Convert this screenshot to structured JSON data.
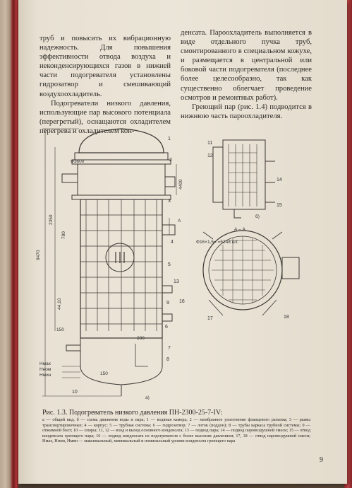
{
  "left_column": {
    "p1": "труб и повысить их вибрационную надежность. Для повышения эффективности отвода воздуха и неконденсирующихся газов в нижней части подогревателя установлены гидрозатвор и смешивающий воздухоохладитель.",
    "p2": "Подогреватели низкого давления, использующие пар высокого потенциала (перегретый), оснащаются охладителем перегрева и охладителем кон-"
  },
  "right_column": {
    "p1": "денсата. Пароохладитель выполняется в виде отдельного пучка труб, смонтированного в специальном кожухе, и размещается в центральной или боковой части подогревателя (последнее более целесообразно, так как существенно облегчает проведение осмотров и ремонтных работ).",
    "p2": "Греющий пар (рис. 1.4) подводится в нижнюю часть пароохладителя."
  },
  "figure": {
    "dims": {
      "d1": "9470",
      "d2": "2350",
      "d3": "780",
      "d4": "4400",
      "d5": "200",
      "d6": "150",
      "d7": "150",
      "d8": "Ф3600",
      "d9": "44,10"
    },
    "levels": {
      "l1": "Hмах",
      "l2": "Hном",
      "l3": "Hмин"
    },
    "callouts": [
      "1",
      "2",
      "3",
      "4",
      "5",
      "6",
      "7",
      "8",
      "9",
      "10",
      "11",
      "12",
      "13",
      "14",
      "15",
      "16",
      "17",
      "18"
    ],
    "section_label": "А – А",
    "section_note": "Ф16×1,5=\n=5248 шт.",
    "marker_a": "А",
    "marker_b": "б)",
    "marker_a2": "а)"
  },
  "caption": {
    "title": "Рис. 1.3. Подогреватель низкого давления ПН-2300-25-7-IV:",
    "body": "а — общий вид; б — схема движения воды и пара; 1 — водяная камера; 2 — мембранное уплотнение фланцевого разъема; 3 — рымы транспортировочные; 4 — корпус; 5 — трубная система; 6 — гидрозатвор; 7 — лоток (поддон); 8 — трубы каркаса трубной системы; 9 — отжимной болт; 10 — опоры; 11, 12 — вход и выход основного конденсата; 13 — подвод пара; 14 — подвод паровоздушной смеси; 15 — отвод конденсата греющего пара; 16 — подвод конденсата из подогревателя с более высоким давлением; 17, 18 — отвод паровоздушной смеси; Hмах, Hном, Hмин — максимальный, минимальный и номинальный уровни конденсата греющего пара"
  },
  "page_number": "9",
  "colors": {
    "paper": "#ebe5d8",
    "ink": "#2a2724",
    "binding": "#b3383c"
  }
}
